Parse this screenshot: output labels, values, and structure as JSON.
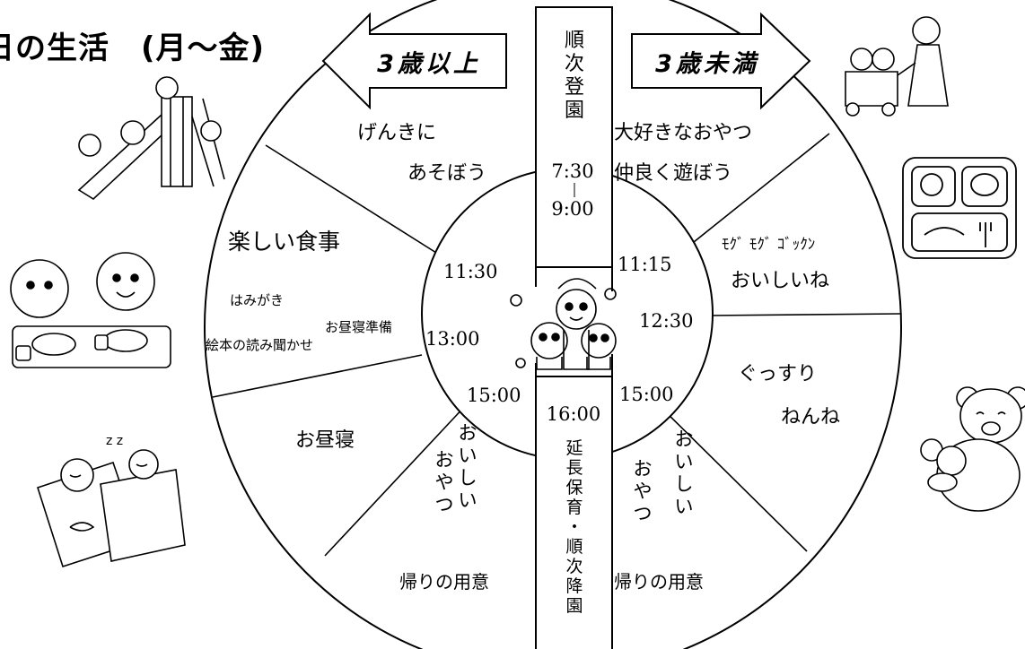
{
  "title": "日の生活　(月〜金)",
  "left_arrow": {
    "label": "3歳以上"
  },
  "right_arrow": {
    "label": "3歳未満"
  },
  "center_strip": {
    "top": [
      "順",
      "次",
      "登",
      "園"
    ],
    "time_start": "7:30",
    "time_end": "9:00",
    "time_evening": "16:00",
    "bottom": [
      "延",
      "長",
      "保",
      "育",
      "・",
      "順",
      "次",
      "降",
      "園"
    ]
  },
  "left_side": {
    "play_line1": "げんきに",
    "play_line2": "あそぼう",
    "meal": "楽しい食事",
    "brush": "はみがき",
    "nap_prep": "お昼寝準備",
    "picture_book": "絵本の読み聞かせ",
    "nap": "お昼寝",
    "snack": [
      "お",
      "い",
      "し",
      "い",
      "お",
      "や",
      "つ"
    ],
    "go_home": "帰りの用意"
  },
  "left_times": {
    "t1130": "11:30",
    "t1300": "13:00",
    "t1500": "15:00"
  },
  "right_side": {
    "snack_morning": "大好きなおやつ",
    "play": "仲良く遊ぼう",
    "chew": "ﾓｸﾞ ﾓｸﾞ ｺﾞｯｸﾝ",
    "tasty": "おいしいね",
    "sleep_line1": "ぐっすり",
    "sleep_line2": "ねんね",
    "snack": [
      "お",
      "い",
      "し",
      "い",
      "お",
      "や",
      "つ"
    ],
    "go_home": "帰りの用意"
  },
  "right_times": {
    "t1115": "11:15",
    "t1230": "12:30",
    "t1500": "15:00"
  },
  "illustrations": [
    "children-on-slide-icon",
    "baby-stroller-icon",
    "lunch-tray-icon",
    "children-eating-icon",
    "sleeping-children-icon",
    "teddy-bear-icon",
    "center-mascots-icon"
  ]
}
